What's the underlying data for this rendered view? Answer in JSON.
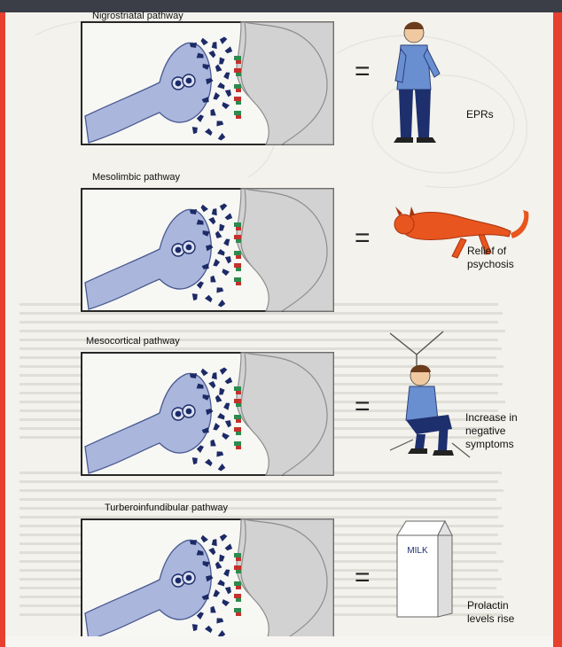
{
  "colors": {
    "frame": "#e8402e",
    "topbar": "#3b3e47",
    "paper": "#f3f2ec",
    "presyn": "#aab6dc",
    "postsyn": "#d2d2d2",
    "dopamine": "#1c2a66",
    "receptor_green": "#2c8a4e",
    "receptor_red": "#c4302a",
    "devil": "#e8551f"
  },
  "panels": [
    {
      "title": "Nigrostriatal pathway",
      "effect": [
        "EPRs"
      ],
      "icon": "standing-man-icon"
    },
    {
      "title": "Mesolimbic pathway",
      "effect": [
        "Relief of",
        "psychosis"
      ],
      "icon": "fallen-devil-icon"
    },
    {
      "title": "Mesocortical pathway",
      "effect": [
        "Increase in",
        "negative",
        "symptoms"
      ],
      "icon": "sitting-man-icon"
    },
    {
      "title": "Turberoinfundibular pathway",
      "effect": [
        "Prolactin",
        "levels rise"
      ],
      "icon": "milk-carton-icon"
    }
  ],
  "equals_sign": "=",
  "milk_label": "MILK"
}
